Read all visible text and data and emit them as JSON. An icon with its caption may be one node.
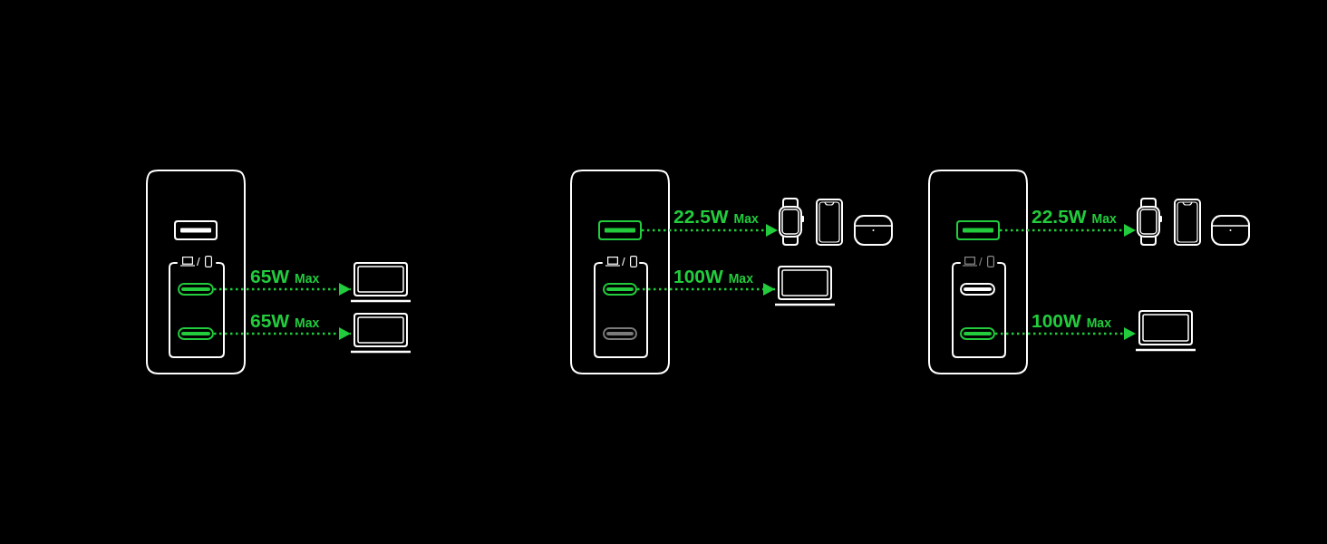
{
  "diagram": {
    "nodes": [
      {
        "text": [],
        "shape": "box"
      },
      {
        "text": [],
        "shape": "box",
        "in": 0
      },
      {
        "text": [],
        "shape": "box",
        "in": 0
      },
      {
        "text": [],
        "shape": "box",
        "in": 2
      },
      {
        "text": [],
        "shape": "box",
        "in": 2
      },
      {
        "text": [],
        "shape": "picture"
      },
      {
        "text": [],
        "shape": "picture"
      },
      {
        "text": [],
        "shape": "box"
      },
      {
        "text": [],
        "shape": "box",
        "in": 7
      },
      {
        "text": [],
        "shape": "box",
        "in": 7
      },
      {
        "text": [],
        "shape": "box",
        "in": 9
      },
      {
        "text": [],
        "shape": "box",
        "in": 9
      },
      {
        "text": [],
        "shape": "picture"
      },
      {
        "text": [],
        "shape": "picture"
      },
      {
        "text": [],
        "shape": "picture"
      },
      {
        "text": [],
        "shape": "picture"
      },
      {
        "text": [],
        "shape": "box"
      },
      {
        "text": [],
        "shape": "box",
        "in": 16
      },
      {
        "text": [],
        "shape": "box",
        "in": 16
      },
      {
        "text": [],
        "shape": "box",
        "in": 18
      },
      {
        "text": [],
        "shape": "box",
        "in": 18
      },
      {
        "text": [],
        "shape": "picture"
      },
      {
        "text": [],
        "shape": "picture"
      },
      {
        "text": [],
        "shape": "picture"
      },
      {
        "text": [],
        "shape": "picture"
      }
    ],
    "edges": [
      {
        "from": 3,
        "to": 5,
        "arrow": "to",
        "label": "65W Max"
      },
      {
        "from": 4,
        "to": 6,
        "arrow": "to",
        "label": "65W Max"
      },
      {
        "from": 8,
        "to": 12,
        "arrow": "to",
        "label": "22.5W Max"
      },
      {
        "from": 10,
        "to": 15,
        "arrow": "to",
        "label": "100W Max"
      },
      {
        "from": 17,
        "to": 21,
        "arrow": "to",
        "label": "22.5W Max"
      },
      {
        "from": 20,
        "to": 24,
        "arrow": "to",
        "label": "100W Max"
      }
    ],
    "labels": [
      "/",
      "/",
      "/"
    ]
  }
}
